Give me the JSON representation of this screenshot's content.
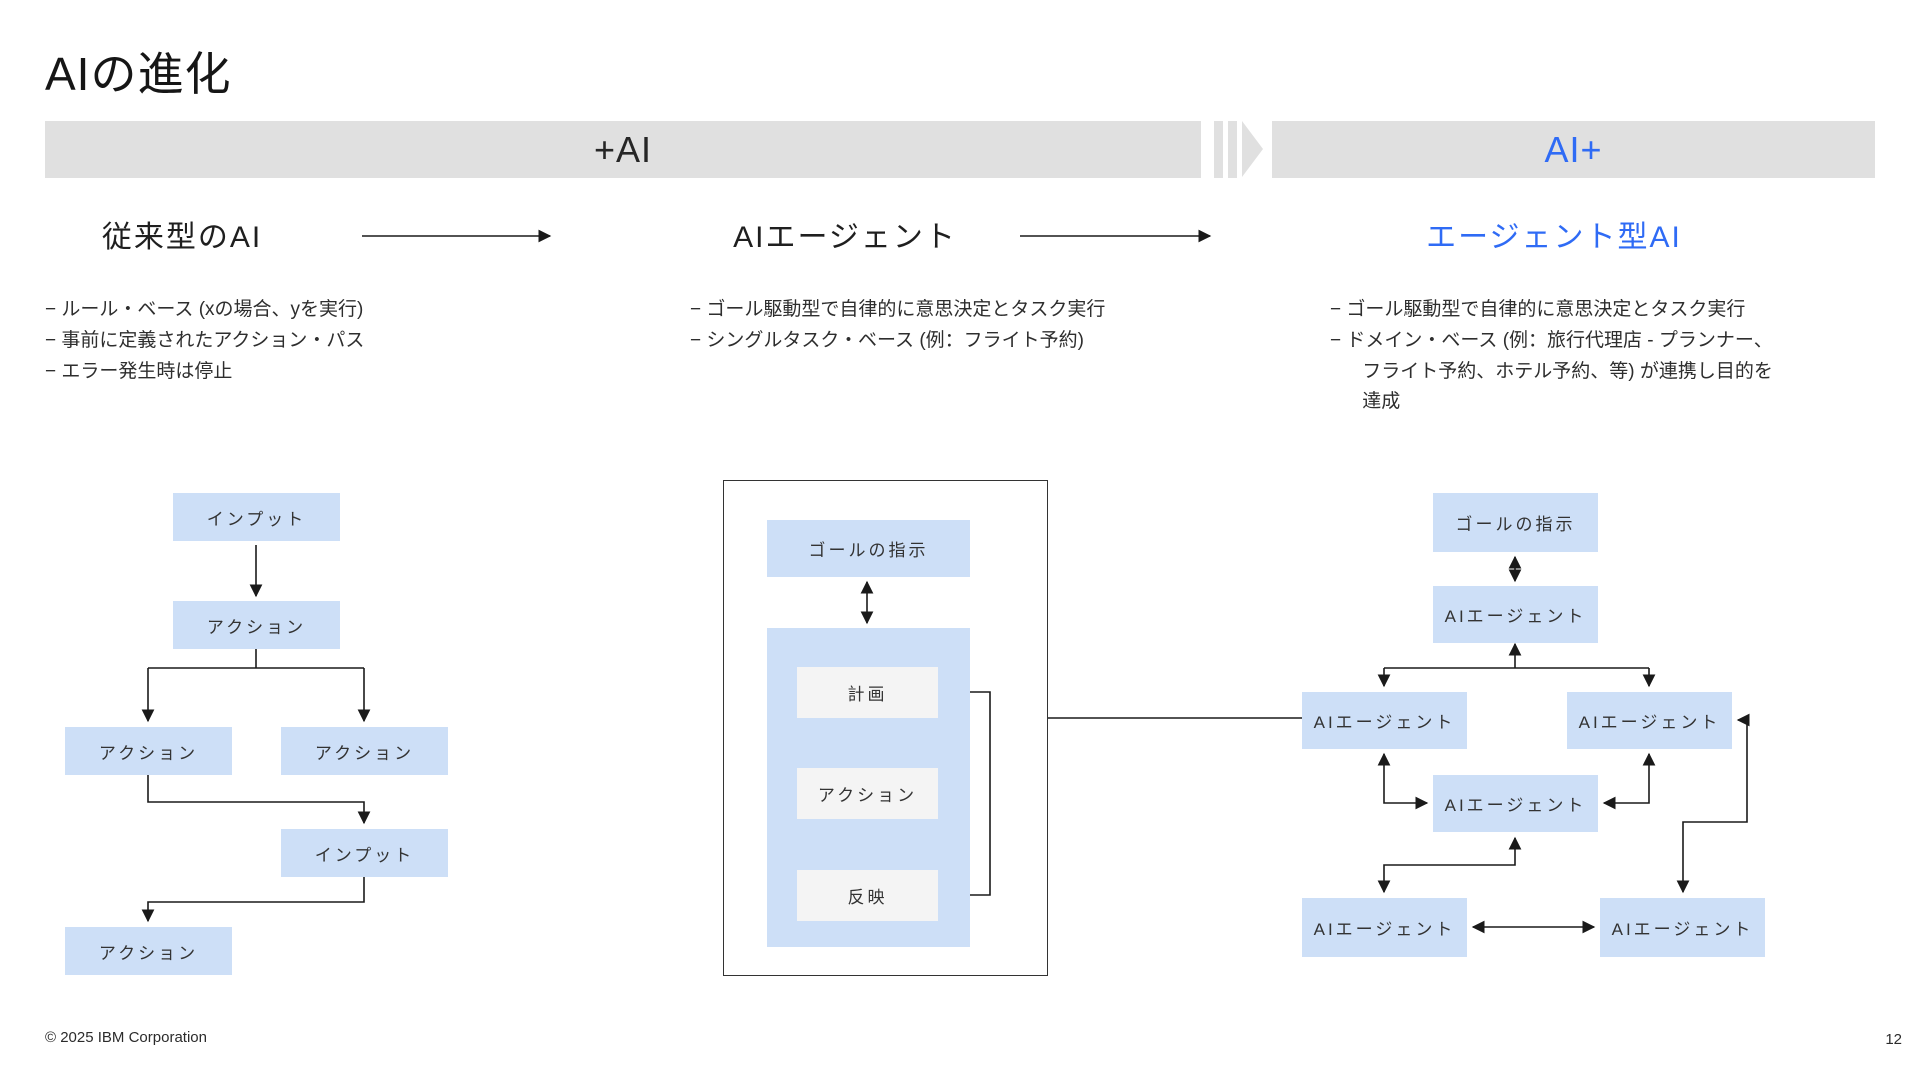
{
  "slide": {
    "title": "AIの進化",
    "footer": "© 2025 IBM Corporation",
    "page_number": "12",
    "colors": {
      "accent_blue": "#2f6bf5",
      "banner_gray": "#e0e0e0",
      "box_blue": "#cddff7",
      "box_gray": "#f4f4f4",
      "line_black": "#1a1a1a"
    }
  },
  "banner": {
    "left_label": "+AI",
    "right_label": "AI+"
  },
  "columns": [
    {
      "header": "従来型のAI",
      "bullets": [
        "− ルール・ベース (xの場合、yを実行)",
        "− 事前に定義されたアクション・パス",
        "− エラー発生時は停止"
      ]
    },
    {
      "header": "AIエージェント",
      "bullets": [
        "− ゴール駆動型で自律的に意思決定とタスク実行",
        "− シングルタスク・ベース (例：フライト予約)"
      ]
    },
    {
      "header": "エージェント型AI",
      "bullets": [
        "− ゴール駆動型で自律的に意思決定とタスク実行",
        "− ドメイン・ベース (例：旅行代理店 - プランナー、\nフライト予約、ホテル予約、等) が連携し目的を\n達成"
      ]
    }
  ],
  "diagram_left": {
    "boxes": [
      "インプット",
      "アクション",
      "アクション",
      "アクション",
      "インプット",
      "アクション"
    ]
  },
  "diagram_middle": {
    "goal_box": "ゴールの指示",
    "inner_boxes": [
      "計画",
      "アクション",
      "反映"
    ]
  },
  "diagram_right": {
    "goal_box": "ゴールの指示",
    "agent_boxes": [
      "AIエージェント",
      "AIエージェント",
      "AIエージェント",
      "AIエージェント",
      "AIエージェント",
      "AIエージェント"
    ]
  }
}
